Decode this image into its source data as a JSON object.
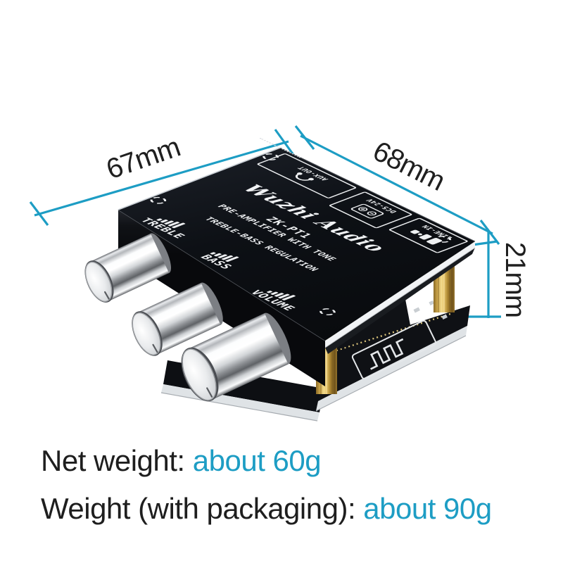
{
  "product": {
    "board": {
      "brand": "Wuzhi Audio",
      "model": "ZK-PT1",
      "silk_line1": "PRE-AMPLIFIER WITH TONE",
      "silk_line2": "TREBLE-BASS REGULATION",
      "knob_labels": [
        "TREBLE",
        "BASS",
        "VOLUME"
      ],
      "ports": [
        {
          "label": "AUX-OUT",
          "icon": "headphones-icon"
        },
        {
          "label": "DC5-24V",
          "icon": "dc-power-icon"
        },
        {
          "label": "LINE-IN",
          "icon": "line-in-icon"
        }
      ]
    },
    "dimensions": {
      "width": "67mm",
      "depth": "68mm",
      "height": "21mm"
    }
  },
  "specs": {
    "net_weight_label": "Net weight: ",
    "net_weight_value": "about 60g",
    "packaging_weight_label": "Weight (with packaging): ",
    "packaging_weight_value": "about 90g"
  },
  "colors": {
    "accent_teal": "#1d9dc4",
    "text_black": "#1e1e1e",
    "board_black": "#0b0d11",
    "standoff_gold": "#c9a648",
    "component_teal": "#1fc9bd",
    "knob_chrome": "#e8eaec"
  }
}
